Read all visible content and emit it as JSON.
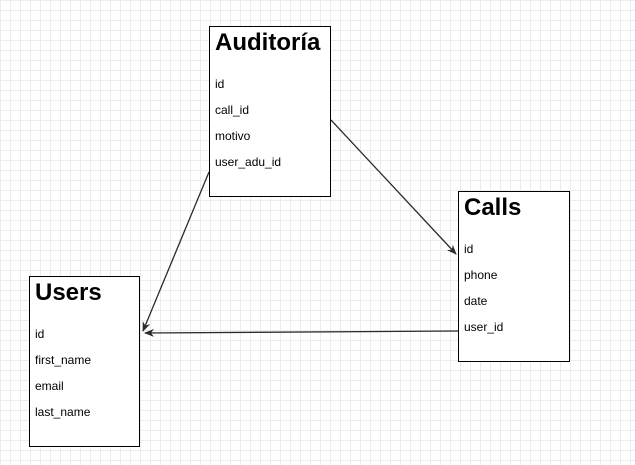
{
  "diagram": {
    "entities": {
      "auditoria": {
        "title": "Auditoría",
        "fields": [
          "id",
          "call_id",
          "motivo",
          "user_adu_id"
        ]
      },
      "calls": {
        "title": "Calls",
        "fields": [
          "id",
          "phone",
          "date",
          "user_id"
        ]
      },
      "users": {
        "title": "Users",
        "fields": [
          "id",
          "first_name",
          "email",
          "last_name"
        ]
      }
    },
    "relations": [
      {
        "from": "auditoria",
        "to": "calls"
      },
      {
        "from": "auditoria",
        "to": "users"
      },
      {
        "from": "calls",
        "to": "users"
      }
    ]
  }
}
